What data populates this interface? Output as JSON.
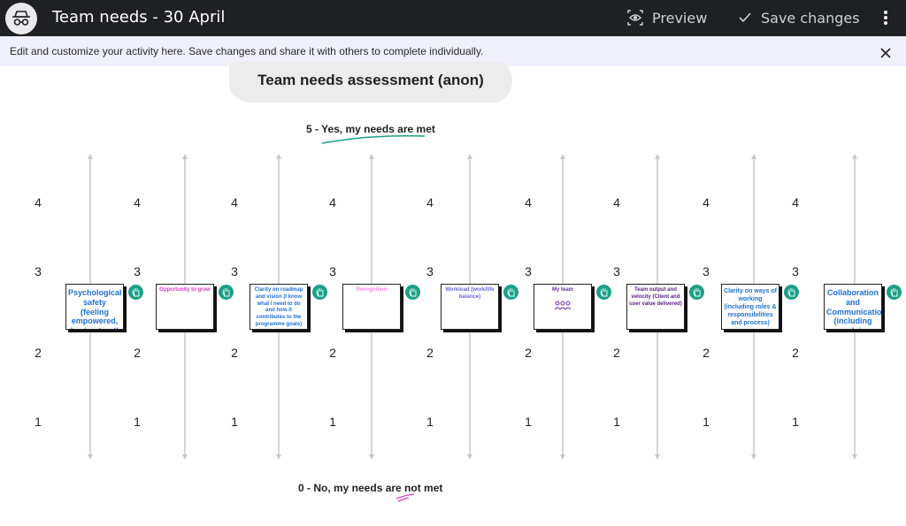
{
  "topbar": {
    "title": "Team needs - 30 April",
    "preview_label": "Preview",
    "save_label": "Save changes"
  },
  "banner": {
    "text": "Edit and customize your activity here. Save changes and share it with others to complete individually."
  },
  "canvas": {
    "heading": "Team needs assessment (anon)",
    "top_label": "5 - Yes, my needs are met",
    "bottom_label": "0 - No, my needs are not met",
    "scale_rows": [
      {
        "value": "4",
        "cols": [
          "4",
          "4",
          "4",
          "4",
          "4",
          "4",
          "4",
          "4",
          "4"
        ]
      },
      {
        "value": "3",
        "cols": [
          "3",
          "3",
          "3",
          "3",
          "3",
          "3",
          "3",
          "3",
          "3"
        ]
      },
      {
        "value": "2",
        "cols": [
          "2",
          "2",
          "2",
          "2",
          "2",
          "2",
          "2",
          "2",
          "2"
        ]
      },
      {
        "value": "1",
        "cols": [
          "1",
          "1",
          "1",
          "1",
          "1",
          "1",
          "1",
          "1",
          "1"
        ]
      }
    ],
    "cards": [
      {
        "text": "Psychological safety (feeling empowered, having trust)",
        "color": "#1f6fd6"
      },
      {
        "text": "Opportunity to grow",
        "color": "#d63bc4"
      },
      {
        "text": "Clarity on roadmap and vision (I know what I need to do and how it contributes to the programme goals)",
        "color": "#1f6fd6"
      },
      {
        "text": "Recognition",
        "color": "#f08ad9"
      },
      {
        "text": "Workload (work/life balance)",
        "color": "#6b63e0"
      },
      {
        "text": "My team",
        "color": "#6a2fa6"
      },
      {
        "text": "Team output and velocity (Client and user value delivered)",
        "color": "#5a1a8a"
      },
      {
        "text": "Clarity on ways of working (including roles & responsibilities and process)",
        "color": "#1f6fd6"
      },
      {
        "text": "Collaboration and Communication (including resolving issues)",
        "color": "#1f6fd6"
      }
    ],
    "colors": {
      "accent_green": "#1aa085",
      "underline_pink": "#d63bc4",
      "topbar_bg": "#1f2023",
      "banner_bg": "#eff0fb"
    }
  }
}
